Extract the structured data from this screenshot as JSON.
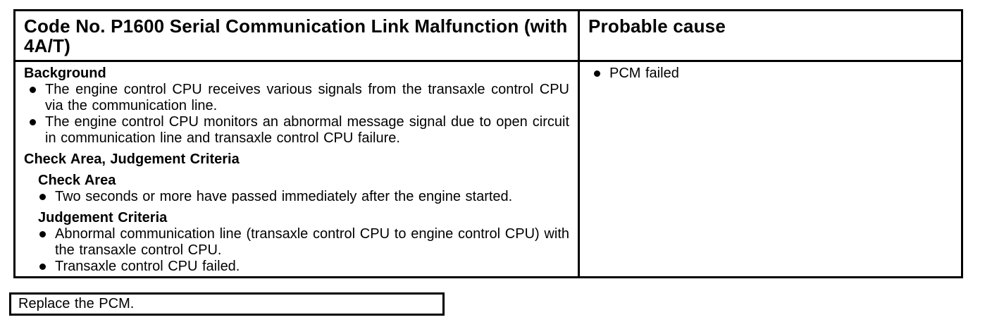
{
  "table": {
    "header": {
      "code_title": "Code No. P1600 Serial Communication Link Malfunction (with 4A/T)",
      "probable_cause_title": "Probable cause"
    },
    "left": {
      "background_heading": "Background",
      "background_items": [
        "The engine control CPU receives various signals from the transaxle control CPU via the communication line.",
        "The engine control CPU monitors an abnormal message signal due to open circuit in communication line and transaxle control CPU failure."
      ],
      "check_judgement_heading": "Check Area, Judgement Criteria",
      "check_area_heading": "Check Area",
      "check_area_items": [
        "Two seconds or more have passed immediately after the engine started."
      ],
      "judgement_heading": "Judgement Criteria",
      "judgement_items": [
        "Abnormal communication line (transaxle control CPU to engine control CPU) with the transaxle control CPU.",
        "Transaxle control CPU failed."
      ]
    },
    "right": {
      "items": [
        "PCM failed"
      ]
    }
  },
  "action_box": {
    "label": "Replace the PCM."
  },
  "colors": {
    "ink": "#000000",
    "paper": "#ffffff"
  }
}
